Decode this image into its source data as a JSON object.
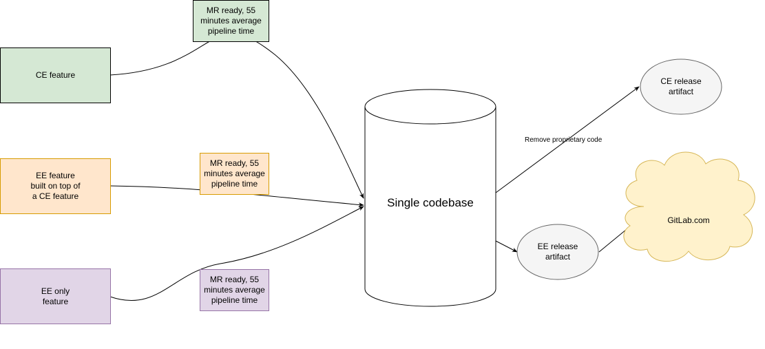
{
  "features": {
    "ce": "CE feature",
    "ee_on_ce": "EE feature\nbuilt on top of\na CE feature",
    "ee_only": "EE only\nfeature"
  },
  "mr_notes": {
    "top": "MR ready, 55\nminutes average\npipeline time",
    "middle": "MR ready, 55\nminutes average\npipeline time",
    "bottom": "MR ready, 55\nminutes average\npipeline time"
  },
  "codebase": {
    "label": "Single codebase"
  },
  "edge_labels": {
    "remove_proprietary": "Remove proprietary code"
  },
  "artifacts": {
    "ce": "CE release\nartifact",
    "ee": "EE release\nartifact"
  },
  "cloud": {
    "label": "GitLab.com"
  },
  "colors": {
    "ce_fill": "#d5e8d4",
    "ee_fill": "#ffe6cc",
    "ee_stroke": "#d79b00",
    "ee_only_fill": "#e1d5e7",
    "ee_only_stroke": "#9673a6",
    "artifact_fill": "#f5f5f5",
    "cloud_fill": "#fff2cc",
    "cloud_stroke": "#d6b656"
  }
}
